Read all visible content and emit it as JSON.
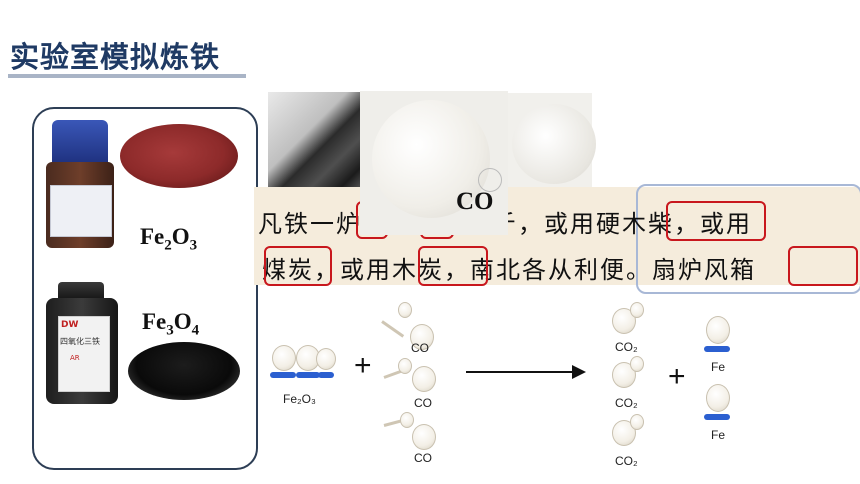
{
  "slide": {
    "title": "实验室模拟炼铁"
  },
  "left_panel": {
    "compound_1": "Fe₂O₃",
    "compound_2": "Fe₃O₄",
    "bottle_brand": "DW",
    "bottle_name": "四氧化三铁",
    "bottle_grade": "AR"
  },
  "photos": {
    "co_label": "CO"
  },
  "ancient_text": {
    "line1": "凡铁一炉载土二千余斤，或用硬木柴，或用",
    "line2": "煤炭，或用木炭，南北各从利便。扇炉风箱"
  },
  "reaction": {
    "reactant_1": "Fe₂O₃",
    "reactant_2": "CO",
    "product_1": "CO₂",
    "product_2": "Fe",
    "plus": "+",
    "co_labels": [
      "CO",
      "CO",
      "CO"
    ],
    "co2_labels": [
      "CO₂",
      "CO₂",
      "CO₂"
    ],
    "fe_labels": [
      "Fe",
      "Fe"
    ]
  },
  "colors": {
    "title": "#1f3a64",
    "highlight_box": "#c8171d",
    "panel_border": "#2d3e55"
  }
}
